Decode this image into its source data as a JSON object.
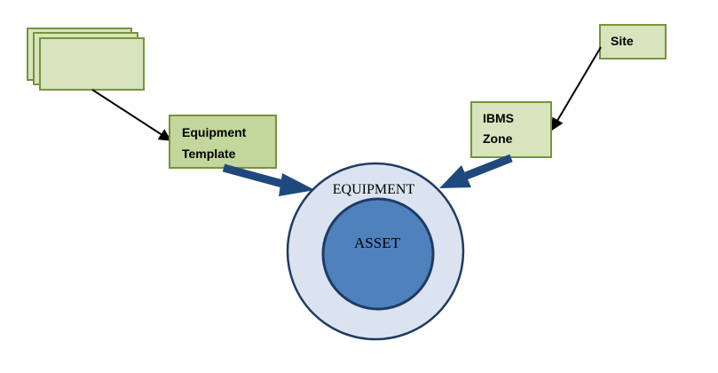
{
  "diagram": {
    "template_box": {
      "line1": "Equipment",
      "line2": "Template"
    },
    "site_box": {
      "label": "Site"
    },
    "ibms_box": {
      "line1": "IBMS",
      "line2": "Zone"
    },
    "outer_circle": {
      "label": "EQUIPMENT"
    },
    "inner_circle": {
      "label": "ASSET"
    }
  },
  "colors": {
    "box_fill_light": "#d7e4bd",
    "box_fill_template": "#c3d69b",
    "box_stroke": "#77933c",
    "outer_circle_fill": "#dbe3f0",
    "inner_circle_fill": "#4f81bd",
    "circle_stroke": "#1f3b63",
    "thick_arrow": "#1f497d",
    "thin_arrow": "#000000"
  }
}
